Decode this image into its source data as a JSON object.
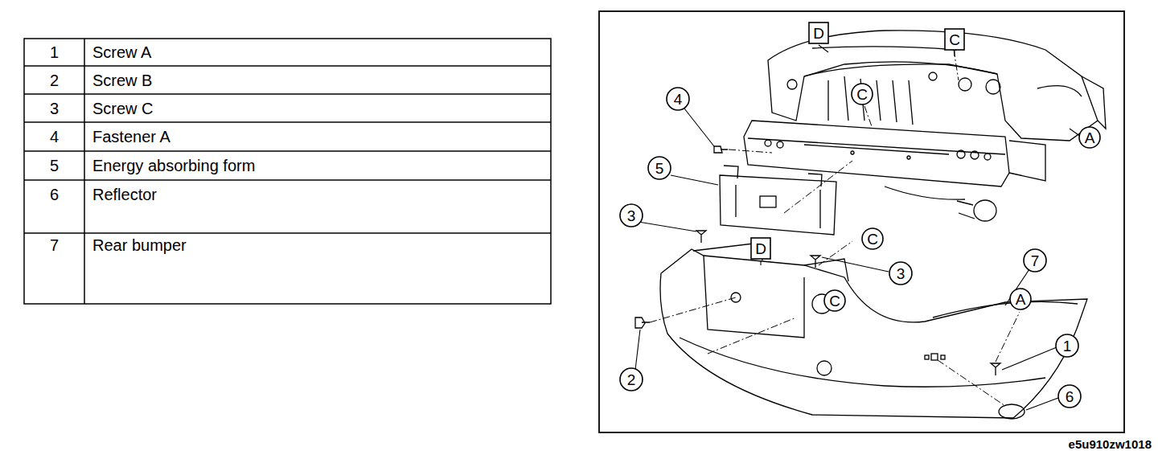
{
  "diagram": {
    "labels": [
      "1",
      "Screw A",
      "2",
      "Screw B",
      "3",
      "Screw C",
      "4",
      "Fastener A",
      "5",
      "Energy absorbing form",
      "6",
      "Reflector",
      "7",
      "Rear bumper",
      "D",
      "C",
      "C",
      "A",
      "4",
      "5",
      "3",
      "D",
      "C",
      "3",
      "C",
      "7",
      "A",
      "1",
      "2",
      "6",
      "e5u910zw1018"
    ]
  }
}
